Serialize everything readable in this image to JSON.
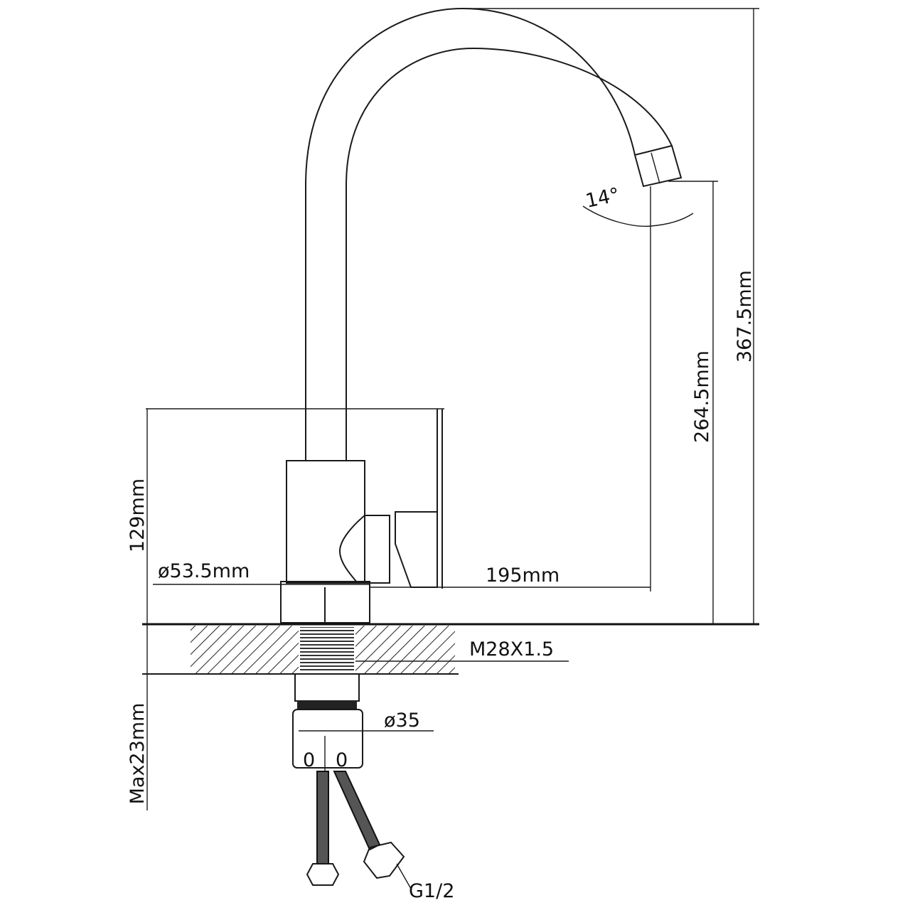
{
  "title": "Kitchen faucet dimension drawing",
  "dimensions": {
    "total_height": "367.5mm",
    "spout_height": "264.5mm",
    "body_height": "129mm",
    "base_diameter": "ø53.5mm",
    "spout_reach": "195mm",
    "thread": "M28X1.5",
    "max_counter_thickness": "Max23mm",
    "nut_diameter": "ø35",
    "spout_angle": "14°",
    "hose_connection": "G1/2"
  },
  "hose_labels": {
    "left": "0",
    "right": "0"
  }
}
